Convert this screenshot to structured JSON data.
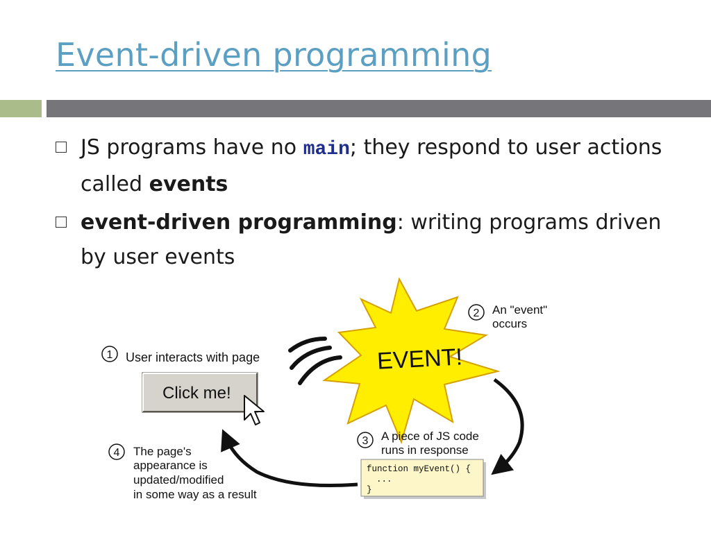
{
  "slide": {
    "title": "Event-driven programming",
    "bullets": [
      {
        "pre": "JS programs have no ",
        "code": "main",
        "mid": "; they respond to user actions called ",
        "bold": "events",
        "post": ""
      },
      {
        "bold": "event-driven programming",
        "rest": ": writing programs driven by user events"
      }
    ]
  },
  "diagram": {
    "step1_num": "1",
    "step1_text": "User interacts with page",
    "button_label": "Click me!",
    "step2_num": "2",
    "step2_line1": "An \"event\"",
    "step2_line2": "occurs",
    "event_burst": "EVENT!",
    "step3_num": "3",
    "step3_line1": "A piece of JS code",
    "step3_line2": "runs in response",
    "code_line1": "function myEvent() {",
    "code_line2": "...",
    "code_line3": "}",
    "step4_num": "4",
    "step4_line1": "The page's",
    "step4_line2": "appearance is",
    "step4_line3": "updated/modified",
    "step4_line4": "in some way as a result"
  },
  "colors": {
    "title": "#5b9fc2",
    "accent_bar": "#a9bc8a",
    "main_bar": "#75757a",
    "burst": "#ffee00",
    "code_bg": "#fcf6c8"
  }
}
